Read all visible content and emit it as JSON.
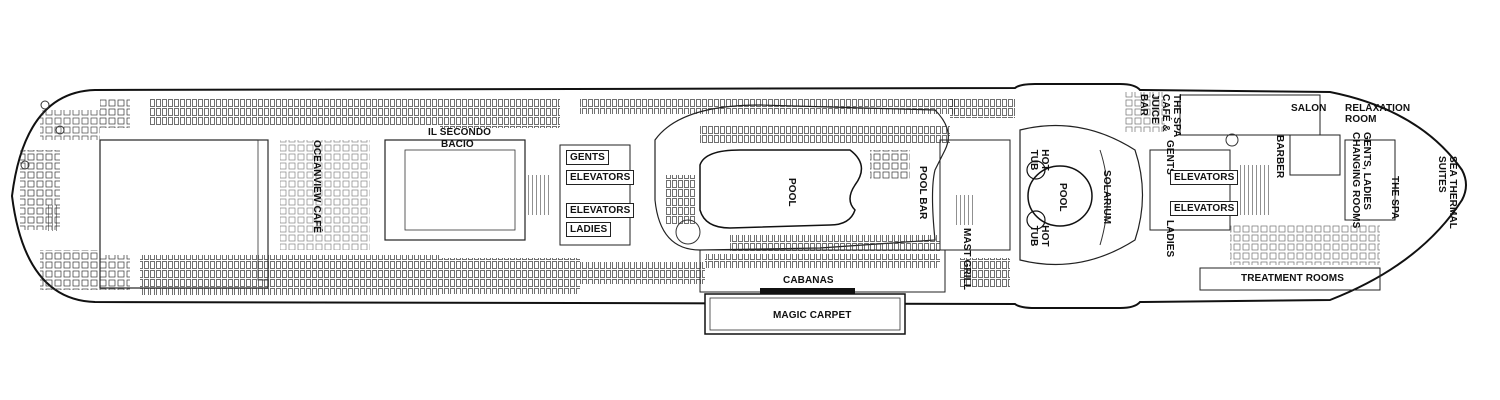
{
  "plan": {
    "labels": {
      "il_secondo": "IL SECONDO",
      "bacio": "BACIO",
      "oceanview": "OCEANVIEW CAFÉ",
      "gents_fwd": "GENTS",
      "elevators_fwd_1": "ELEVATORS",
      "elevators_fwd_2": "ELEVATORS",
      "ladies_fwd": "LADIES",
      "pool": "POOL",
      "pool_bar": "POOL BAR",
      "cabanas": "CABANAS",
      "magic_carpet": "MAGIC CARPET",
      "mast_grill": "MAST GRILL",
      "hot_tub_1": "HOT TUB",
      "pool_solarium": "POOL",
      "hot_tub_2": "HOT TUB",
      "solarium": "SOLARIUM",
      "spa_cafe": "THE SPA CAFÉ & JUICE BAR",
      "gents_aft": "GENTS",
      "ladies_aft": "LADIES",
      "elevators_aft_1": "ELEVATORS",
      "elevators_aft_2": "ELEVATORS",
      "salon": "SALON",
      "relaxation": "RELAXATION ROOM",
      "barber": "BARBER",
      "gents_changing": "GENTS, LADIES CHANGING ROOMS",
      "the_spa": "THE SPA",
      "sea_thermal": "SEA THERMAL SUITES",
      "treatment_rooms": "TREATMENT ROOMS"
    }
  }
}
